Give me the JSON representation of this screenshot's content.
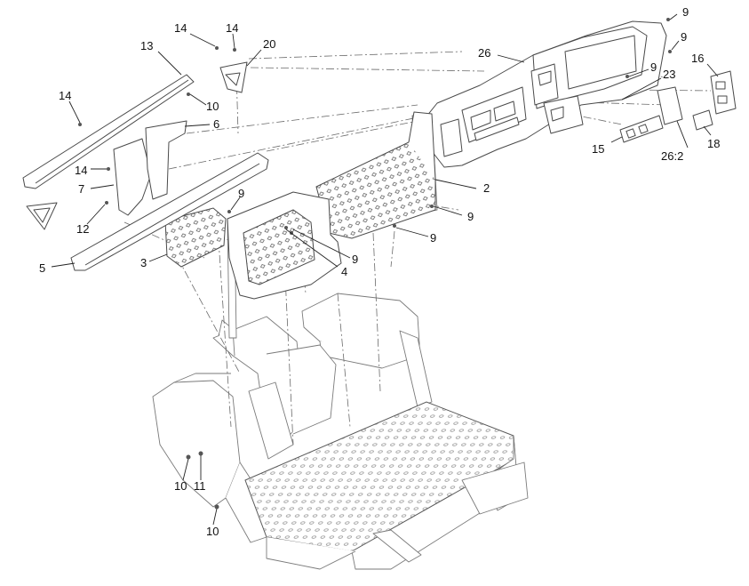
{
  "figure": {
    "callouts": [
      {
        "id": "c9a",
        "text": "9"
      },
      {
        "id": "c9b",
        "text": "9"
      },
      {
        "id": "c9c",
        "text": "9"
      },
      {
        "id": "c9d",
        "text": "9"
      },
      {
        "id": "c9e",
        "text": "9"
      },
      {
        "id": "c9f",
        "text": "9"
      },
      {
        "id": "c9g",
        "text": "9"
      },
      {
        "id": "c26",
        "text": "26"
      },
      {
        "id": "c23",
        "text": "23"
      },
      {
        "id": "c16",
        "text": "16"
      },
      {
        "id": "c18",
        "text": "18"
      },
      {
        "id": "c15",
        "text": "15"
      },
      {
        "id": "c262",
        "text": "26:2"
      },
      {
        "id": "c2",
        "text": "2"
      },
      {
        "id": "c14a",
        "text": "14"
      },
      {
        "id": "c14b",
        "text": "14"
      },
      {
        "id": "c14c",
        "text": "14"
      },
      {
        "id": "c14d",
        "text": "14"
      },
      {
        "id": "c20",
        "text": "20"
      },
      {
        "id": "c13",
        "text": "13"
      },
      {
        "id": "c10a",
        "text": "10"
      },
      {
        "id": "c10b",
        "text": "10"
      },
      {
        "id": "c10c",
        "text": "10"
      },
      {
        "id": "c11",
        "text": "11"
      },
      {
        "id": "c6",
        "text": "6"
      },
      {
        "id": "c7",
        "text": "7"
      },
      {
        "id": "c12",
        "text": "12"
      },
      {
        "id": "c5",
        "text": "5"
      },
      {
        "id": "c3",
        "text": "3"
      },
      {
        "id": "c4",
        "text": "4"
      }
    ]
  }
}
